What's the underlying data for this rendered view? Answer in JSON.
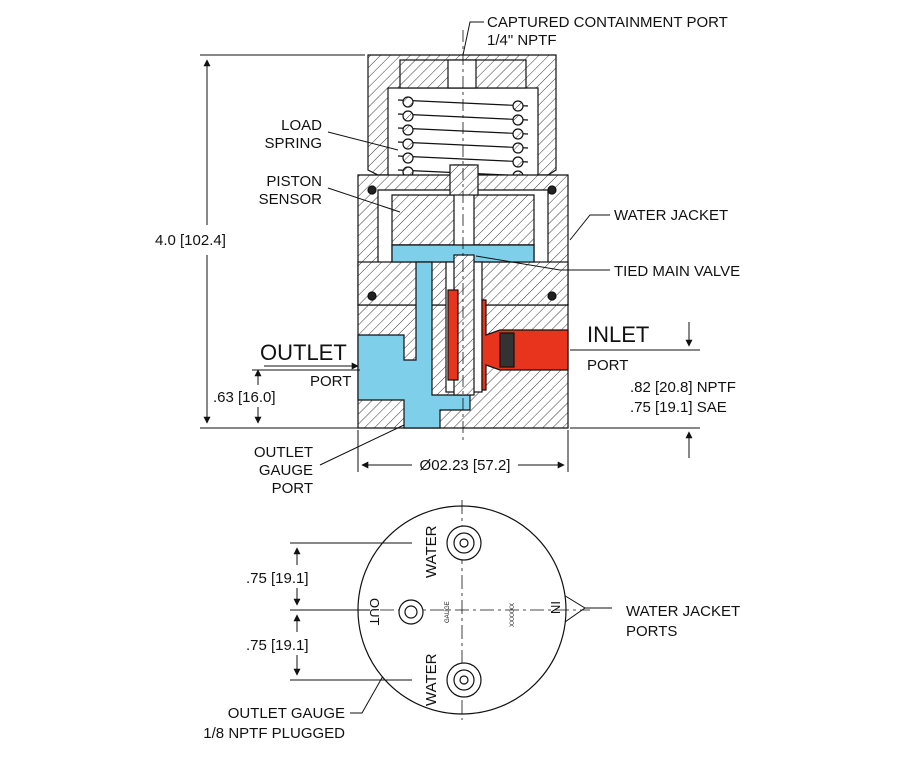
{
  "labels": {
    "captured_port": "CAPTURED CONTAINMENT PORT",
    "captured_port_size": "1/4\" NPTF",
    "load_spring_1": "LOAD",
    "load_spring_2": "SPRING",
    "piston_sensor_1": "PISTON",
    "piston_sensor_2": "SENSOR",
    "water_jacket": "WATER JACKET",
    "tied_main_valve": "TIED MAIN VALVE",
    "height": "4.0 [102.4]",
    "outlet": "OUTLET",
    "outlet_port": "PORT",
    "inlet": "INLET",
    "inlet_port": "PORT",
    "outlet_height": ".63 [16.0]",
    "inlet_nptf": ".82 [20.8] NPTF",
    "inlet_sae": ".75 [19.1] SAE",
    "outlet_gauge_1": "OUTLET",
    "outlet_gauge_2": "GAUGE",
    "outlet_gauge_3": "PORT",
    "diameter": "Ø02.23 [57.2]",
    "dim_top": ".75 [19.1]",
    "dim_bottom": ".75 [19.1]",
    "water_top": "WATER",
    "water_bottom": "WATER",
    "out": "OUT",
    "in": "IN",
    "gauge": "GAUGE",
    "serial": "XXXXXX",
    "water_jacket_ports_1": "WATER JACKET",
    "water_jacket_ports_2": "PORTS",
    "gauge_plugged_1": "OUTLET GAUGE",
    "gauge_plugged_2": "1/8 NPTF PLUGGED"
  },
  "colors": {
    "outlet_fluid": "#7ecfea",
    "inlet_fluid": "#e8341c",
    "line": "#111111"
  }
}
